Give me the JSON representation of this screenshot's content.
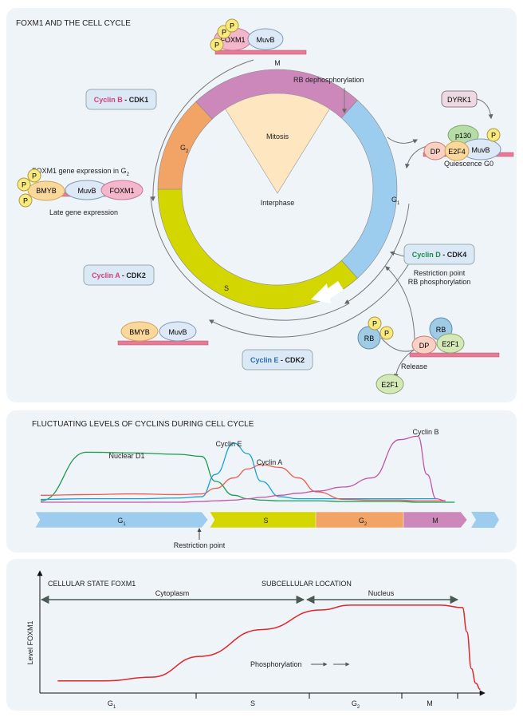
{
  "panel1": {
    "title": "FOXM1 AND THE CELL CYCLE",
    "phases": {
      "M": "M",
      "G1": "G",
      "G1_sub": "1",
      "S": "S",
      "G2": "G",
      "G2_sub": "2"
    },
    "center": {
      "mitosis": "Mitosis",
      "interphase": "Interphase"
    },
    "rb_dephos": "RB dephosphorylation",
    "cyclin_b": {
      "cyclin": "Cyclin B",
      "cdk": " - CDK1"
    },
    "cyclin_a": {
      "cyclin": "Cyclin A",
      "cdk": " - CDK2"
    },
    "cyclin_e": {
      "cyclin": "Cyclin E",
      "cdk": " - CDK2"
    },
    "cyclin_d": {
      "cyclin": "Cyclin D",
      "cdk": " - CDK4"
    },
    "restriction": {
      "line1": "Restriction point",
      "line2": "RB phosphorylation"
    },
    "top_complex": {
      "p": "P",
      "foxm1": "FOXM1",
      "muvb": "MuvB"
    },
    "g2_complex": {
      "title": "FOXM1 gene expression in G",
      "title_sub": "2",
      "p": "P",
      "bmyb": "BMYB",
      "muvb": "MuvB",
      "foxm1": "FOXM1",
      "caption": "Late gene expression"
    },
    "s_complex": {
      "bmyb": "BMYB",
      "muvb": "MuvB"
    },
    "dream": {
      "dyrk1": "DYRK1",
      "p130": "p130",
      "p": "P",
      "dp": "DP",
      "e2f4": "E2F4",
      "muvb": "MuvB",
      "caption": "Quiescence G0"
    },
    "rb_complex": {
      "rb_p": "RB",
      "p": "P",
      "rb": "RB",
      "dp": "DP",
      "e2f1": "E2F1",
      "release": "Release",
      "free_e2f1": "E2F1"
    },
    "colors": {
      "M": "#cc88bb",
      "G1": "#9dcdee",
      "S": "#d4d600",
      "G2": "#f2a366",
      "mitosis": "#fde6c0",
      "dna": "#e87a95",
      "cyclin_pink": "#d63f76",
      "cyclin_blue": "#2a6cb5",
      "cyclin_green": "#1f8a4a"
    }
  },
  "panel2": {
    "title": "FLUCTUATING LEVELS OF CYCLINS DURING CELL CYCLE",
    "phase_bar": [
      {
        "label": "G",
        "sub": "1",
        "color": "#9dcdee"
      },
      {
        "label": "S",
        "sub": "",
        "color": "#d4d600"
      },
      {
        "label": "G",
        "sub": "2",
        "color": "#f2a366"
      },
      {
        "label": "M",
        "sub": "",
        "color": "#cc88bb"
      }
    ],
    "restriction_point": "Restriction point"
  },
  "panel3": {
    "title_left": "CELLULAR STATE FOXM1",
    "title_right": "SUBCELLULAR LOCATION",
    "cytoplasm": "Cytoplasm",
    "nucleus": "Nucleus",
    "phosphorylation": "Phosphorylation"
  },
  "chart_data": [
    {
      "type": "line",
      "title": "FLUCTUATING LEVELS OF CYCLINS DURING CELL CYCLE",
      "xlabel": "",
      "ylabel": "",
      "x_categories": [
        "G1",
        "S",
        "G2",
        "M"
      ],
      "x": [
        0,
        0.1,
        0.2,
        0.3,
        0.35,
        0.38,
        0.42,
        0.45,
        0.48,
        0.52,
        0.56,
        0.6,
        0.66,
        0.72,
        0.78,
        0.82,
        0.84,
        0.86,
        0.88,
        0.9
      ],
      "series": [
        {
          "name": "Nuclear D1",
          "color": "#1f9a4f",
          "values": [
            0.02,
            0.72,
            0.71,
            0.69,
            0.66,
            0.3,
            0.1,
            0.05,
            0.03,
            0.02,
            0.02,
            0.02,
            0.01,
            0.01,
            0.01,
            0.0,
            0.0,
            0.0,
            0.0,
            0.0
          ]
        },
        {
          "name": "Cyclin E",
          "color": "#1aa0d8",
          "values": [
            0.04,
            0.05,
            0.05,
            0.06,
            0.08,
            0.4,
            0.85,
            0.7,
            0.3,
            0.08,
            0.05,
            0.05,
            0.05,
            0.05,
            0.05,
            0.05,
            0.05,
            0.05,
            null,
            null
          ]
        },
        {
          "name": "Cyclin A",
          "color": "#ee5a4f",
          "values": [
            0.1,
            0.11,
            0.12,
            0.11,
            0.12,
            0.2,
            0.35,
            0.48,
            0.54,
            0.5,
            0.35,
            0.15,
            0.04,
            0.03,
            0.03,
            0.02,
            0.02,
            0.02,
            0.02,
            null
          ]
        },
        {
          "name": "Cyclin B",
          "color": "#c055a8",
          "values": [
            0.0,
            0.0,
            0.0,
            0.0,
            0.01,
            0.02,
            0.03,
            0.05,
            0.07,
            0.1,
            0.13,
            0.16,
            0.22,
            0.35,
            0.9,
            0.95,
            0.4,
            0.05,
            0.02,
            null
          ]
        }
      ],
      "annotations": [
        "Nuclear D1",
        "Cyclin E",
        "Cyclin A",
        "Cyclin B",
        "Restriction point"
      ]
    },
    {
      "type": "line",
      "title": "CELLULAR STATE FOXM1",
      "xlabel": "",
      "ylabel": "Level FOXM1",
      "x_categories": [
        "G1",
        "S",
        "G2",
        "M"
      ],
      "series": [
        {
          "name": "FOXM1",
          "color": "#e0262a",
          "x": [
            0.04,
            0.15,
            0.25,
            0.36,
            0.5,
            0.63,
            0.7,
            0.8,
            0.9,
            0.95,
            0.96,
            0.97,
            0.98,
            0.99
          ],
          "values": [
            0.1,
            0.1,
            0.13,
            0.3,
            0.52,
            0.68,
            0.72,
            0.72,
            0.72,
            0.7,
            0.5,
            0.2,
            0.08,
            0.03
          ]
        }
      ],
      "annotations": [
        "Cytoplasm",
        "Nucleus",
        "Phosphorylation",
        "SUBCELLULAR LOCATION"
      ]
    }
  ]
}
